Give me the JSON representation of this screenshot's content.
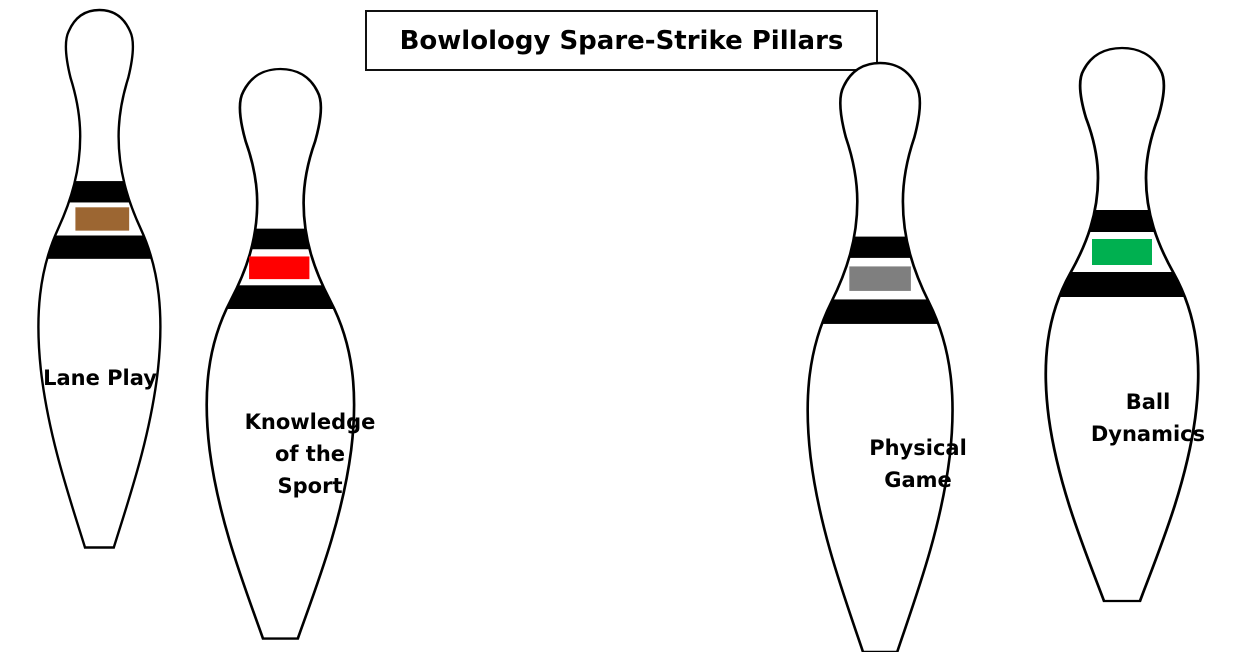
{
  "title": "Bowlology Spare-Strike Pillars",
  "pins": [
    {
      "label_lines": [
        "Lane Play"
      ],
      "swatch_color": "#9C6632"
    },
    {
      "label_lines": [
        "Knowledge",
        "of the",
        "Sport"
      ],
      "swatch_color": "#FF0000"
    },
    {
      "label_lines": [
        "Physical",
        "Game"
      ],
      "swatch_color": "#7F7F7F"
    },
    {
      "label_lines": [
        "Ball",
        "Dynamics"
      ],
      "swatch_color": "#00B050"
    }
  ]
}
